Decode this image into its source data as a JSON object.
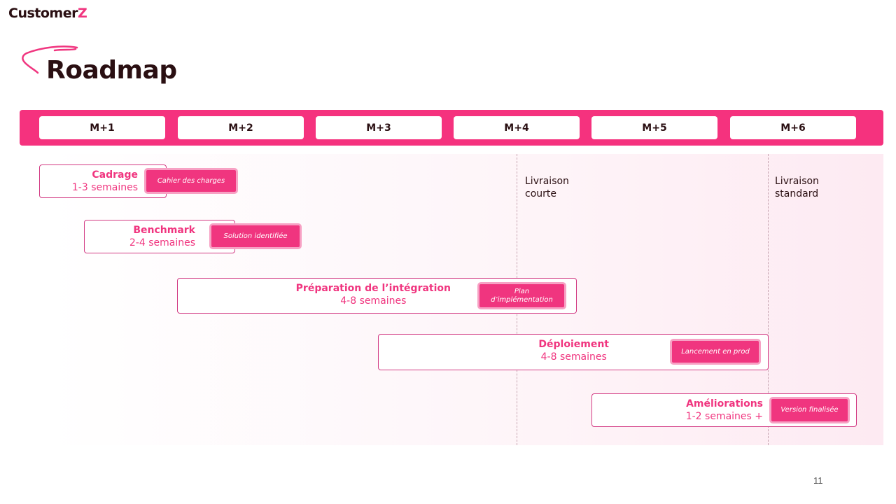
{
  "brand": {
    "logo_prefix": "Customer",
    "logo_suffix": "Z",
    "accent_color": "#f0357f",
    "text_color": "#2a0f12"
  },
  "header": {
    "title": "Roadmap"
  },
  "timeline": {
    "months": [
      "M+1",
      "M+2",
      "M+3",
      "M+4",
      "M+5",
      "M+6"
    ]
  },
  "milestones": [
    {
      "label": "Livraison\ncourte"
    },
    {
      "label": "Livraison\nstandard"
    }
  ],
  "phases": [
    {
      "name": "Cadrage",
      "duration": "1-3 semaines",
      "deliverable": "Cahier des charges"
    },
    {
      "name": "Benchmark",
      "duration": "2-4 semaines",
      "deliverable": "Solution identifiée"
    },
    {
      "name": "Préparation de l’intégration",
      "duration": "4-8 semaines",
      "deliverable": "Plan d’implémentation"
    },
    {
      "name": "Déploiement",
      "duration": "4-8 semaines",
      "deliverable": "Lancement en prod"
    },
    {
      "name": "Améliorations",
      "duration": "1-2 semaines +",
      "deliverable": "Version finalisée"
    }
  ],
  "footer": {
    "page_number": "11"
  }
}
